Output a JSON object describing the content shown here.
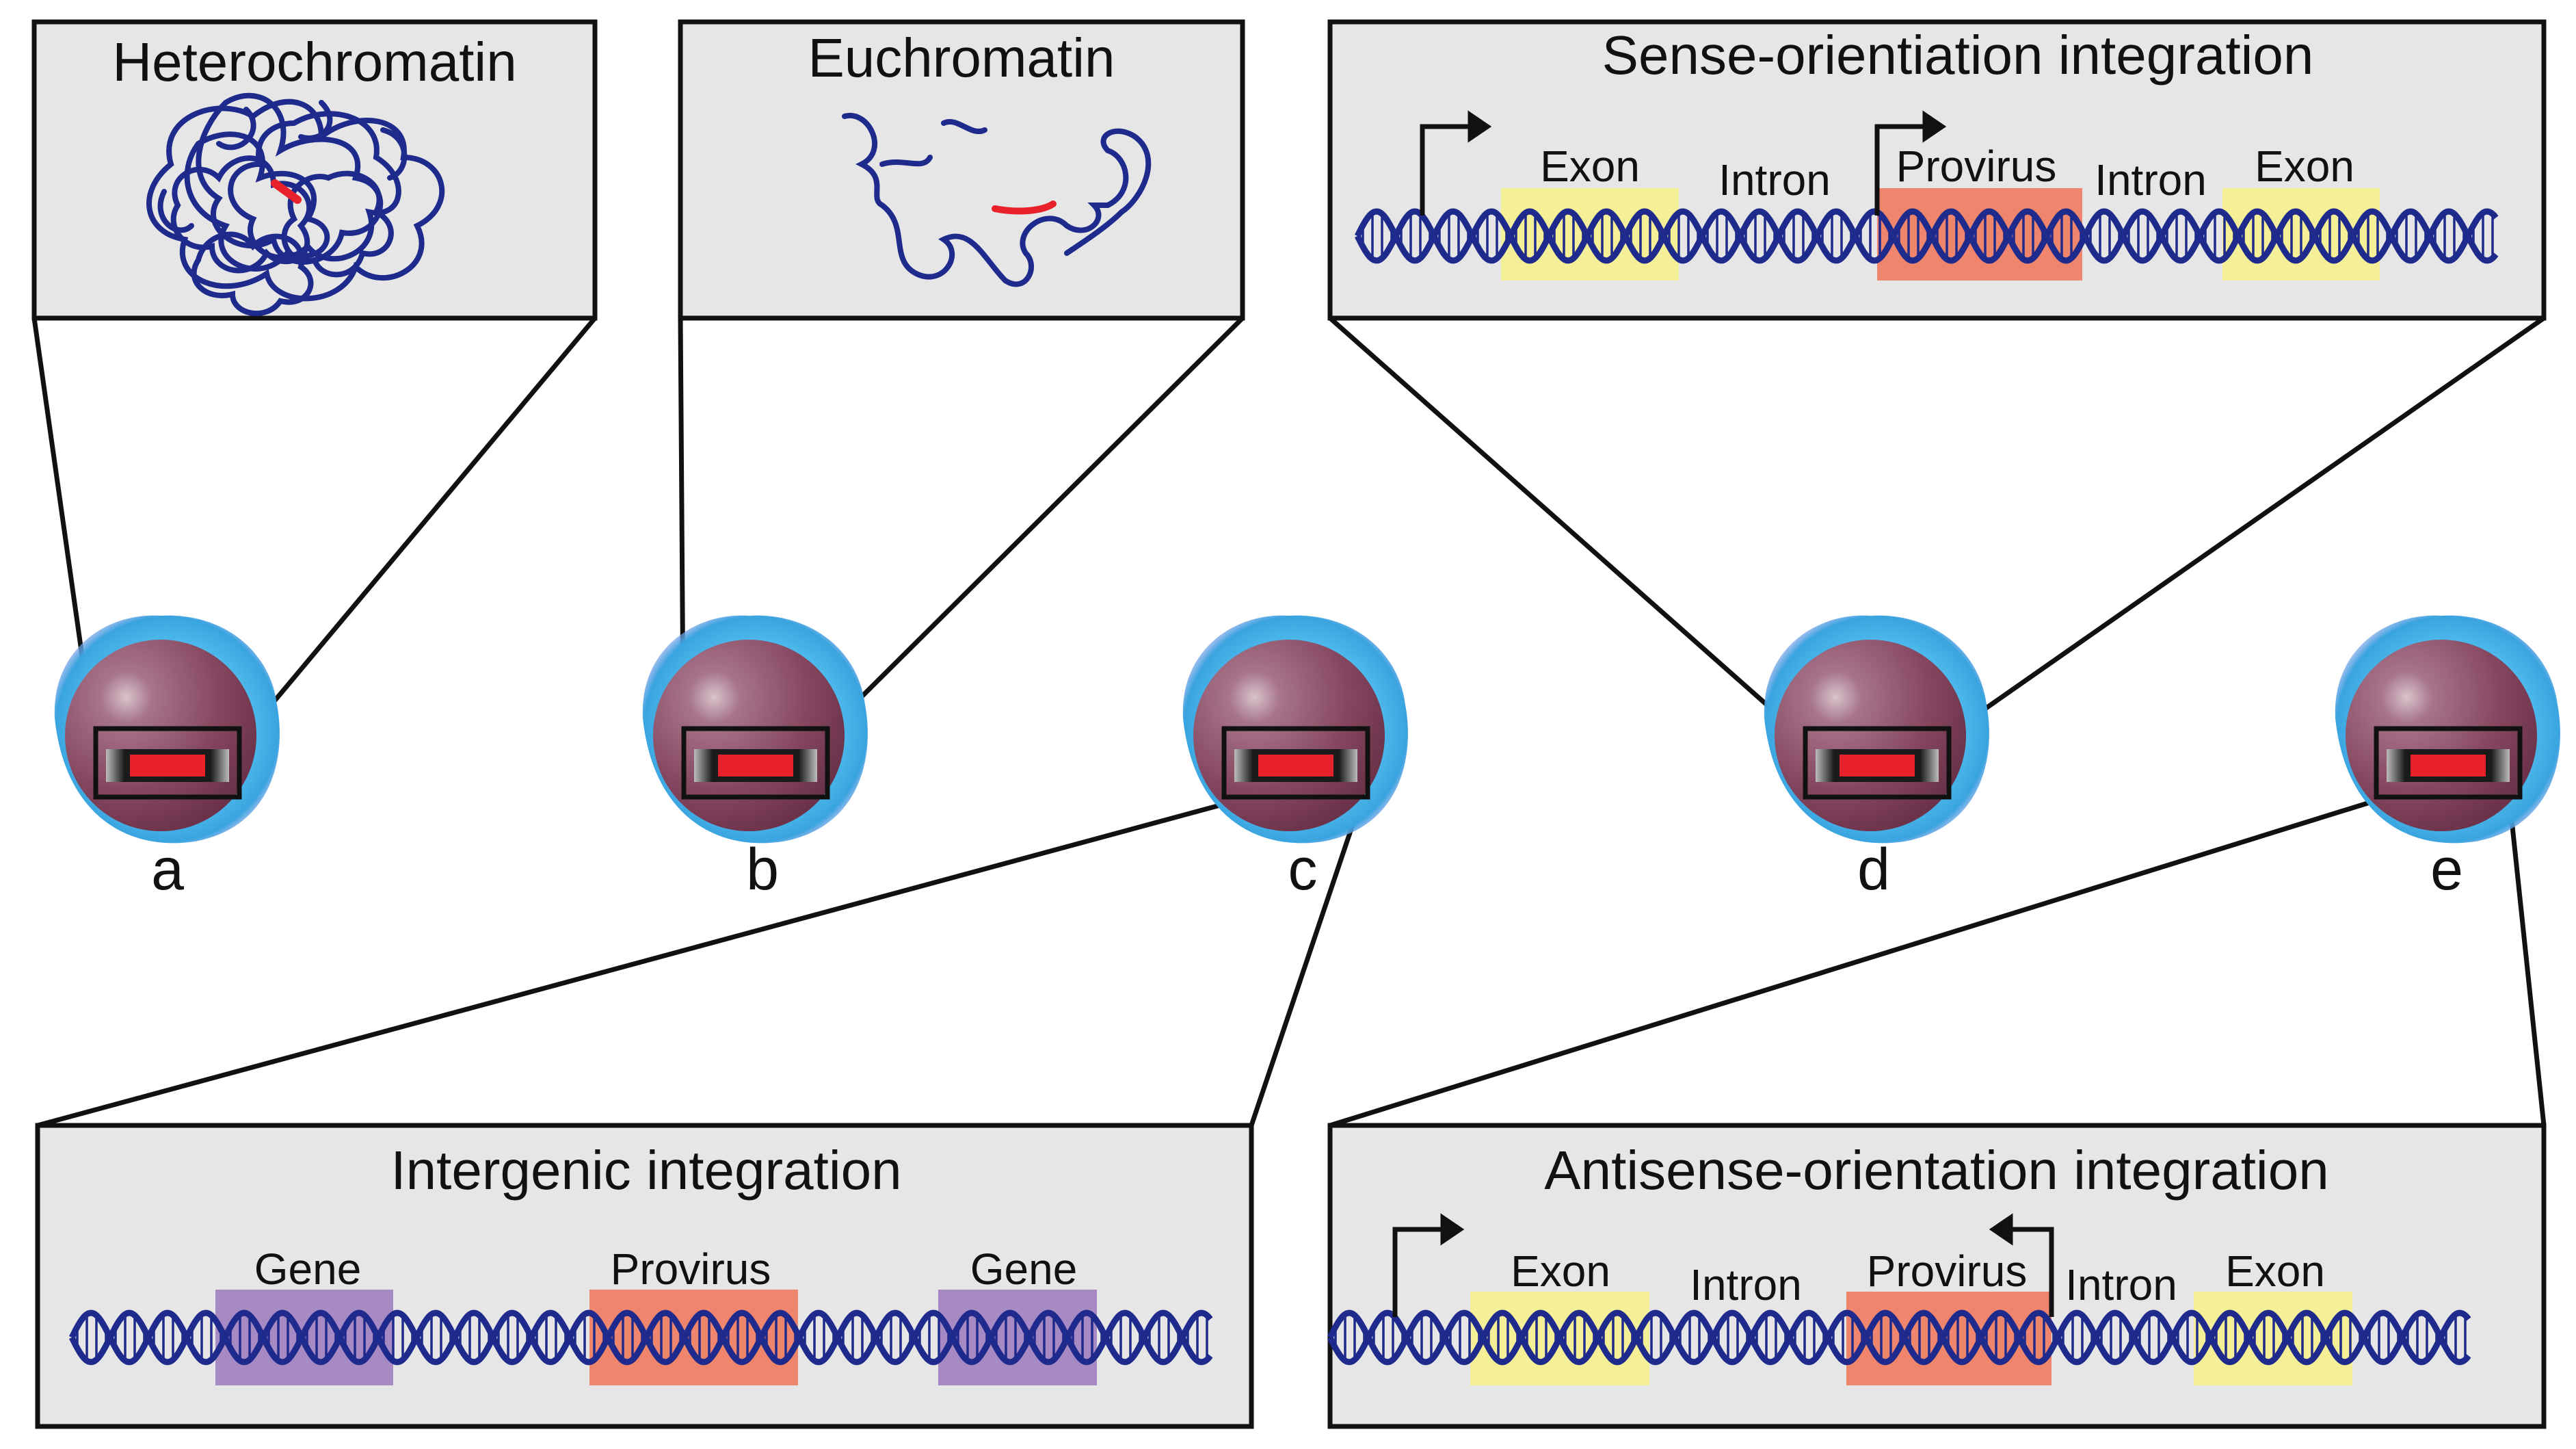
{
  "colors": {
    "dna": "#1e2a8c",
    "provirus_red": "#e8212b",
    "exon_fill": "#f6ef8e",
    "provirus_fill": "#ee7a5e",
    "gene_fill": "#a07ec0",
    "panel_fill": "#e6e6e6",
    "cytoplasm": "#4db8ea",
    "nucleus": "#8a4e64"
  },
  "panels": {
    "heterochromatin": {
      "title": "Heterochromatin"
    },
    "euchromatin": {
      "title": "Euchromatin"
    },
    "sense": {
      "title": "Sense-orientiation integration",
      "segments": [
        "Exon",
        "Intron",
        "Provirus",
        "Intron",
        "Exon"
      ]
    },
    "intergenic": {
      "title": "Intergenic integration",
      "segments": [
        "Gene",
        "Provirus",
        "Gene"
      ]
    },
    "antisense": {
      "title": "Antisense-orientation integration",
      "segments": [
        "Exon",
        "Intron",
        "Provirus",
        "Intron",
        "Exon"
      ]
    }
  },
  "cells": [
    {
      "label": "a"
    },
    {
      "label": "b"
    },
    {
      "label": "c"
    },
    {
      "label": "d"
    },
    {
      "label": "e"
    }
  ]
}
